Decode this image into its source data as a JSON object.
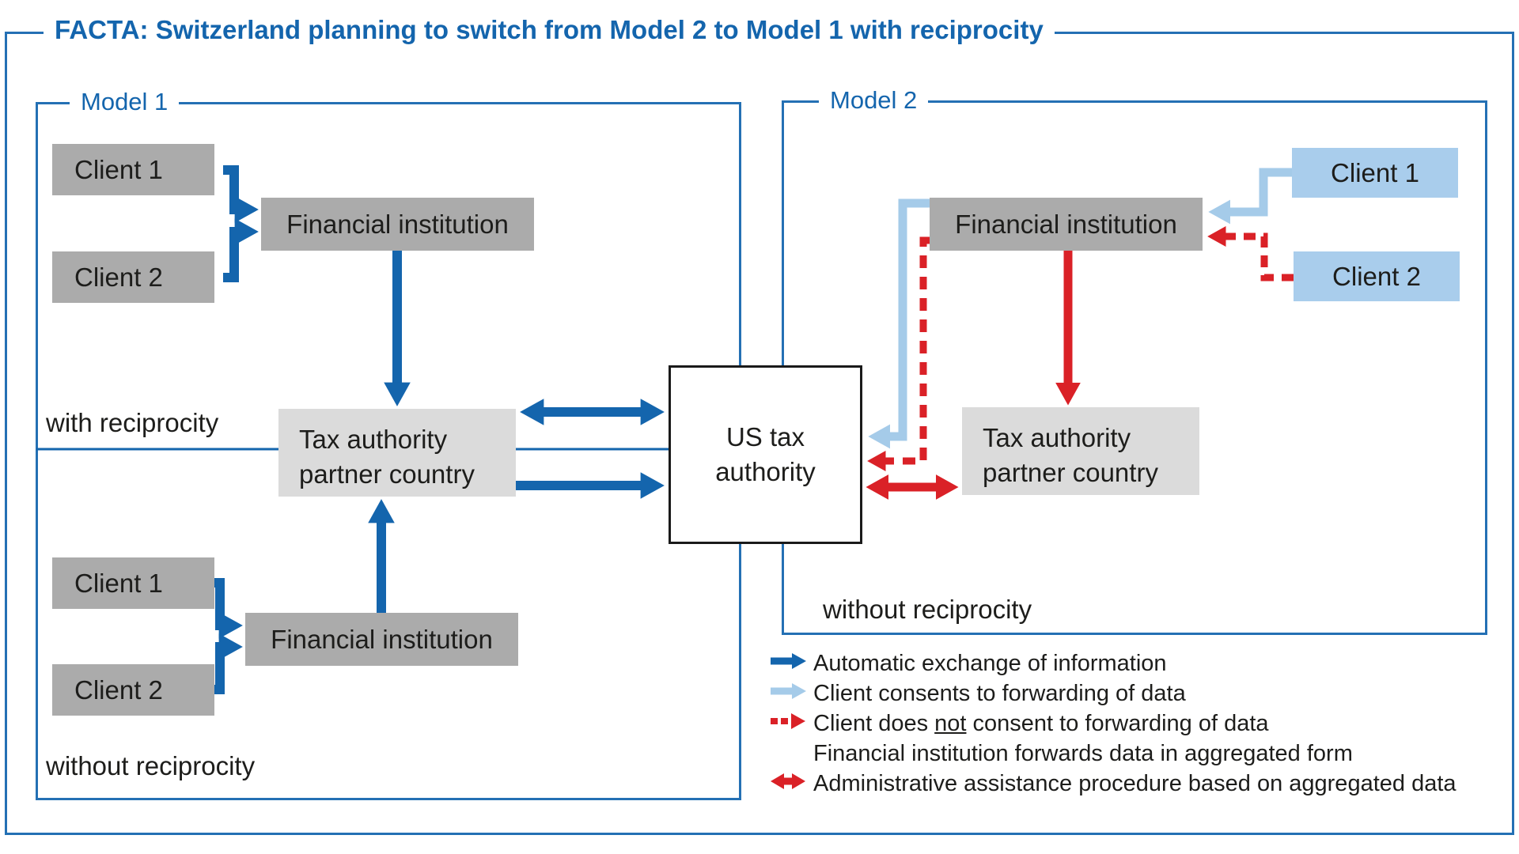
{
  "title": "FACTA: Switzerland planning to switch from Model 2 to Model 1 with reciprocity",
  "colors": {
    "dark_blue": "#1465ad",
    "frame_blue": "#2470b4",
    "light_blue": "#a5cbe9",
    "red": "#da2127",
    "box_gray": "#ababab",
    "box_light_gray": "#dbdbdb",
    "client_blue": "#a9cdec",
    "text_black": "#1d1d1b"
  },
  "model1": {
    "label": "Model 1",
    "with_reciprocity": "with reciprocity",
    "without_reciprocity": "without reciprocity",
    "top": {
      "client1": "Client 1",
      "client2": "Client 2",
      "financial_institution": "Financial institution"
    },
    "bottom": {
      "client1": "Client 1",
      "client2": "Client 2",
      "financial_institution": "Financial institution"
    },
    "tax_authority": {
      "line1": "Tax authority",
      "line2": "partner country"
    }
  },
  "model2": {
    "label": "Model 2",
    "client1": "Client 1",
    "client2": "Client 2",
    "financial_institution": "Financial institution",
    "tax_authority": {
      "line1": "Tax authority",
      "line2": "partner country"
    },
    "without_reciprocity": "without reciprocity"
  },
  "us_tax_authority": {
    "line1": "US tax",
    "line2": "authority"
  },
  "legend": {
    "items": [
      {
        "icon": "blue-arrow",
        "label": "Automatic exchange of information"
      },
      {
        "icon": "lightblue-arrow",
        "label": "Client consents to forwarding of data"
      },
      {
        "icon": "red-dashed-arrow",
        "label_pre": "Client does ",
        "label_underline": "not",
        "label_post": " consent to forwarding of data"
      },
      {
        "icon": "none",
        "label": "Financial institution forwards data in aggregated form"
      },
      {
        "icon": "red-double-arrow",
        "label": "Administrative assistance procedure based on aggregated data"
      }
    ]
  }
}
